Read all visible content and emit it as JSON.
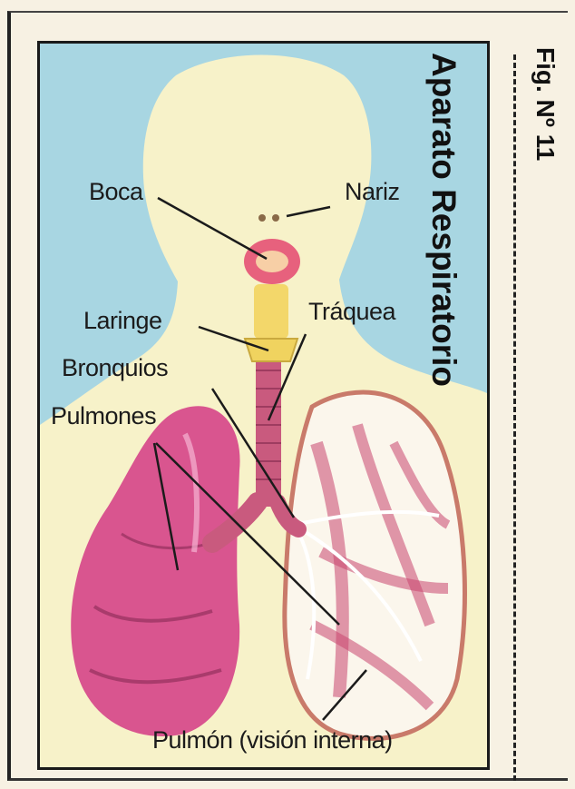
{
  "title": "Aparato Respiratorio",
  "figure_number": "Fig. Nº 11",
  "labels": {
    "boca": "Boca",
    "nariz": "Nariz",
    "laringe": "Laringe",
    "traquea": "Tráquea",
    "bronquios": "Bronquios",
    "pulmones": "Pulmones",
    "pulmon_interna": "Pulmón (visión interna)"
  },
  "colors": {
    "background_sky": "#a8d6e2",
    "body_silhouette": "#f7f2c9",
    "lung": "#d9558f",
    "lung_dark": "#b23d73",
    "trachea": "#c95a7e",
    "larynx": "#f3d76a",
    "frame": "#1a1a1a"
  }
}
